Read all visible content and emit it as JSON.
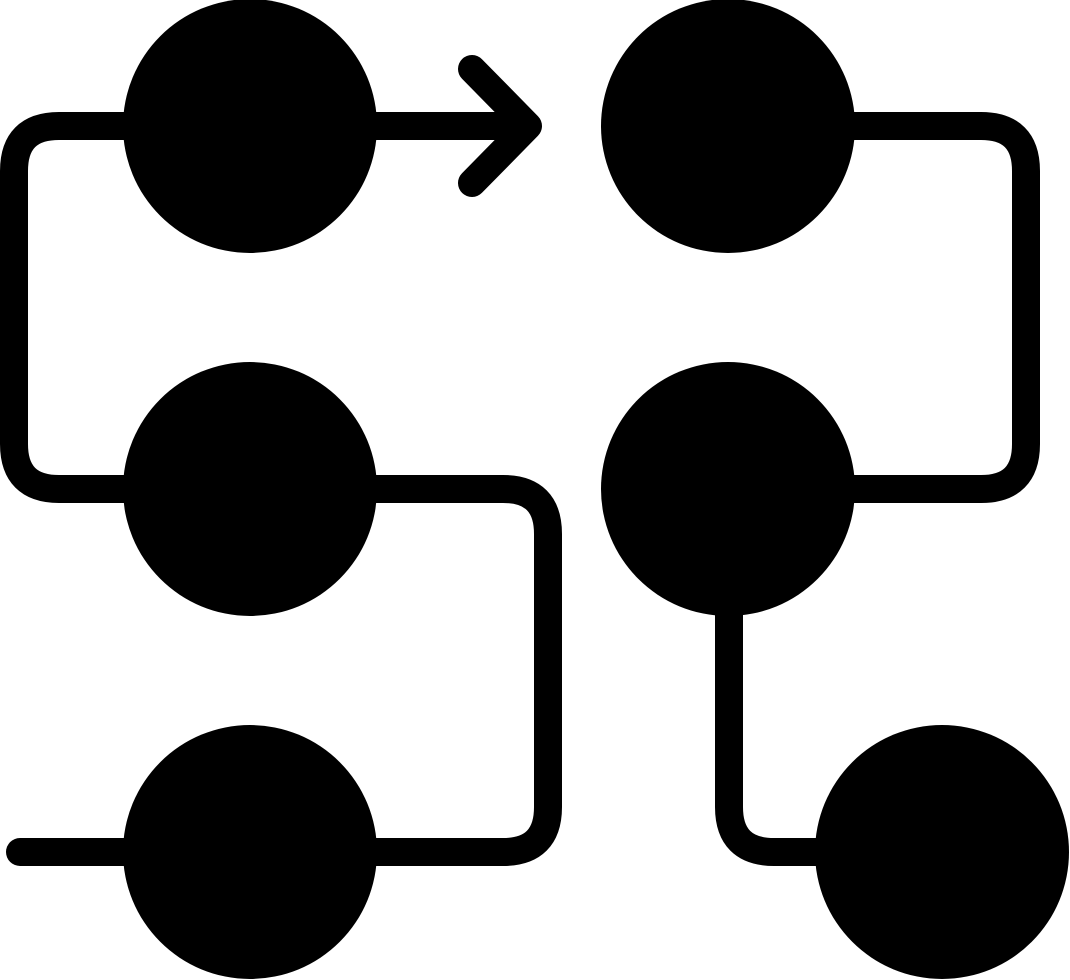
{
  "icon": {
    "name": "workflow-process-icon",
    "style": "glyph",
    "color": "#000000",
    "background": "#ffffff"
  },
  "nodes": [
    {
      "id": "node-top-left"
    },
    {
      "id": "node-middle-left"
    },
    {
      "id": "node-bottom-left"
    },
    {
      "id": "node-top-right"
    },
    {
      "id": "node-middle-right"
    },
    {
      "id": "node-bottom-right"
    }
  ],
  "connectors": [
    {
      "id": "connector-start",
      "from": "",
      "to": "node-bottom-left"
    },
    {
      "id": "connector-bottom-left-to-middle-left",
      "from": "node-bottom-left",
      "to": "node-middle-left"
    },
    {
      "id": "connector-middle-left-to-top-left",
      "from": "node-middle-left",
      "to": "node-top-left"
    },
    {
      "id": "connector-top-left-to-top-right",
      "from": "node-top-left",
      "to": "node-top-right",
      "arrow": true
    },
    {
      "id": "connector-top-right-to-middle-right",
      "from": "node-top-right",
      "to": "node-middle-right"
    },
    {
      "id": "connector-middle-right-to-bottom-right",
      "from": "node-middle-right",
      "to": "node-bottom-right"
    }
  ]
}
